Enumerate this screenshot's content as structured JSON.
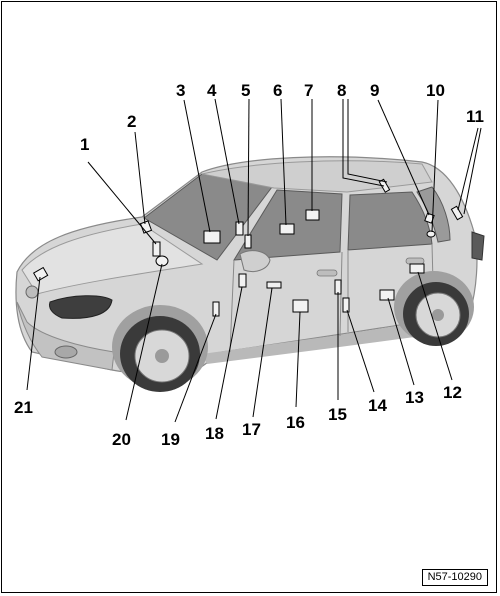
{
  "callouts": [
    "1",
    "2",
    "3",
    "4",
    "5",
    "6",
    "7",
    "8",
    "9",
    "10",
    "11",
    "12",
    "13",
    "14",
    "15",
    "16",
    "17",
    "18",
    "19",
    "20",
    "21"
  ],
  "reference_code": "N57-10290",
  "colors": {
    "body_light": "#dcdcdc",
    "body_mid": "#c4c4c4",
    "body_dark": "#9a9a9a",
    "glass": "#7c7c7c",
    "tire": "#3a3a3a",
    "line": "#000000"
  }
}
